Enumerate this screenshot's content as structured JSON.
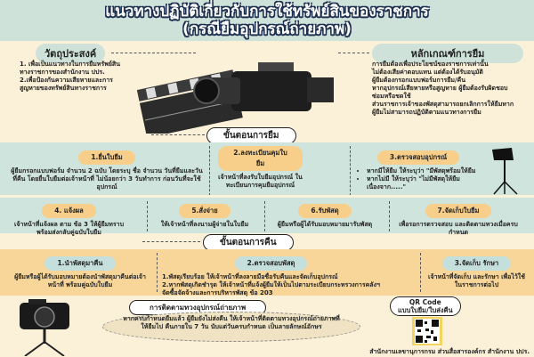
{
  "title": {
    "line1": "แนวทางปฏิบัติเกี่ยวกับการใช้ทรัพย์สินของราชการ",
    "line2": "(กรณียืมอุปกรณ์ถ่ายภาพ)"
  },
  "objectives": {
    "heading": "วัตถุประสงค์",
    "items": [
      "1. เพื่อเป็นแนวทางในการยืมทรัพย์สินทางราชการของสำนักงาน ปปร.",
      "2.เพื่อป้องกันความเสียหายและการสูญหายของทรัพย์สินทางราชการ"
    ]
  },
  "principles": {
    "heading": "หลักเกณฑ์การยืม",
    "items": [
      "การยืมต้องเพื่อประโยชน์ของราชการเท่านั้น",
      "ไม่ต้องเสียค่าตอบแทน แต่ต้องได้รับอนุมัติ",
      "ผู้ยืมต้องกรอกแบบฟอร์มการยืม/คืน",
      "หากอุปกรณ์เสียหายหรือสูญหาย ผู้ยืมต้องรับผิดชอบซ่อมหรือชดใช้",
      "ส่วนราชการเจ้าของพัสดุสามารถยกเลิกการให้ยืมหากผู้ยืมไม่สามารถปฏิบัติตามแนวทางการยืม"
    ]
  },
  "borrow": {
    "heading": "ขั้นตอนการยืม",
    "steps": [
      {
        "title": "1.ยื่นใบยืม",
        "text": "ผู้ยืมกรอกแบบฟอร์ม จำนวน 2 ฉบับ โดยระบุ ชื่อ จำนวน วันที่ยืมและวันที่คืน โดยยื่นใบยืมต่อเจ้าหน้าที่ ไม่น้อยกว่า 3 วันทำการ ก่อนวันที่จะใช้อุปกรณ์"
      },
      {
        "title": "2.ลงทะเบียนคุมใบยืม",
        "text": "เจ้าหน้าที่ลงรับใบยืมอุปกรณ์ ในทะเบียนการคุมยืมอุปกรณ์"
      },
      {
        "title": "3.ตรวจสอบอุปกรณ์",
        "bullets": [
          "หากมีให้ยืม ให้ระบุว่า \"มีพัสดุพร้อมให้ยืม",
          "หากไม่มี ให้ระบุว่า \"ไม่มีพัสดุให้ยืมเนื่องจาก.....\""
        ]
      },
      {
        "title": "4. แจ้งผล",
        "text": "เจ้าหน้าที่แจ้งผล ตาม ข้อ 3 ให้ผู้ยืมทราบ พร้อมส่งกลับคู่ฉบับใบยืม"
      },
      {
        "title": "5.สั่งจ่าย",
        "text": "ให้เจ้าหน้าที่ลงนามผู้จ่ายในใบยืม"
      },
      {
        "title": "6.รับพัสดุ",
        "text": "ผู้ยืมหรือผู้ได้รับมอบหมายมารับพัสดุ"
      },
      {
        "title": "7.จัดเก็บใบยืม",
        "text": "เพื่อรอการตรวจสอบ และติดตามทวงเมื่อครบกำหนด"
      }
    ]
  },
  "return": {
    "heading": "ขั้นตอนการคืน",
    "steps": [
      {
        "title": "1.นำพัสดุมาคืน",
        "text": "ผู้ยืมหรือผู้ได้รับมอบหมายต้องนำพัสดุมาคืนต่อเจ้าหน้าที่ พร้อมคู่ฉบับใบยืม"
      },
      {
        "title": "2.ตรวจสอบพัสดุ",
        "items": [
          "1.พัสดุเรียบร้อย ให้เจ้าหน้าที่ลงลายมือชื่อรับคืนและจัดเก็บอุปกรณ์",
          "2.หากพัสดุเกิดชำรุด ให้เจ้าหน้าที่แจ้งผู้ยืมให้เป็นไปตามระเบียบกระทรวงการคลังฯ จัดซื้อจัดจ้างและการบริหารพัสดุ ข้อ 203"
        ]
      },
      {
        "title": "3.จัดเก็บ รักษา",
        "text": "เจ้าหน้าที่จัดเก็บ และรักษา เพื่อไว้ใช้ ในราชการต่อไป"
      }
    ]
  },
  "followup": {
    "heading": "การติดตามทวงอุปกรณ์ถ่ายภาพ",
    "text": "หากครบกำหนดยืมแล้ว ผู้ยืมยังไม่ส่งคืน ให้เจ้าหน้าที่ติดตามทวงอุปกรณ์ถ่ายภาพที่ให้ยืมไป คืนภายใน 7 วัน นับแต่วันครบกำหนด เป็นลายลักษณ์อักษร"
  },
  "qr": {
    "label_line1": "QR Code",
    "label_line2": "แบบใบยืม/ใบส่งคืน"
  },
  "footer": "สำนักงานเลขานุการกรม ส่วนสื่อสารองค์กร สำนักงาน ปปร."
}
